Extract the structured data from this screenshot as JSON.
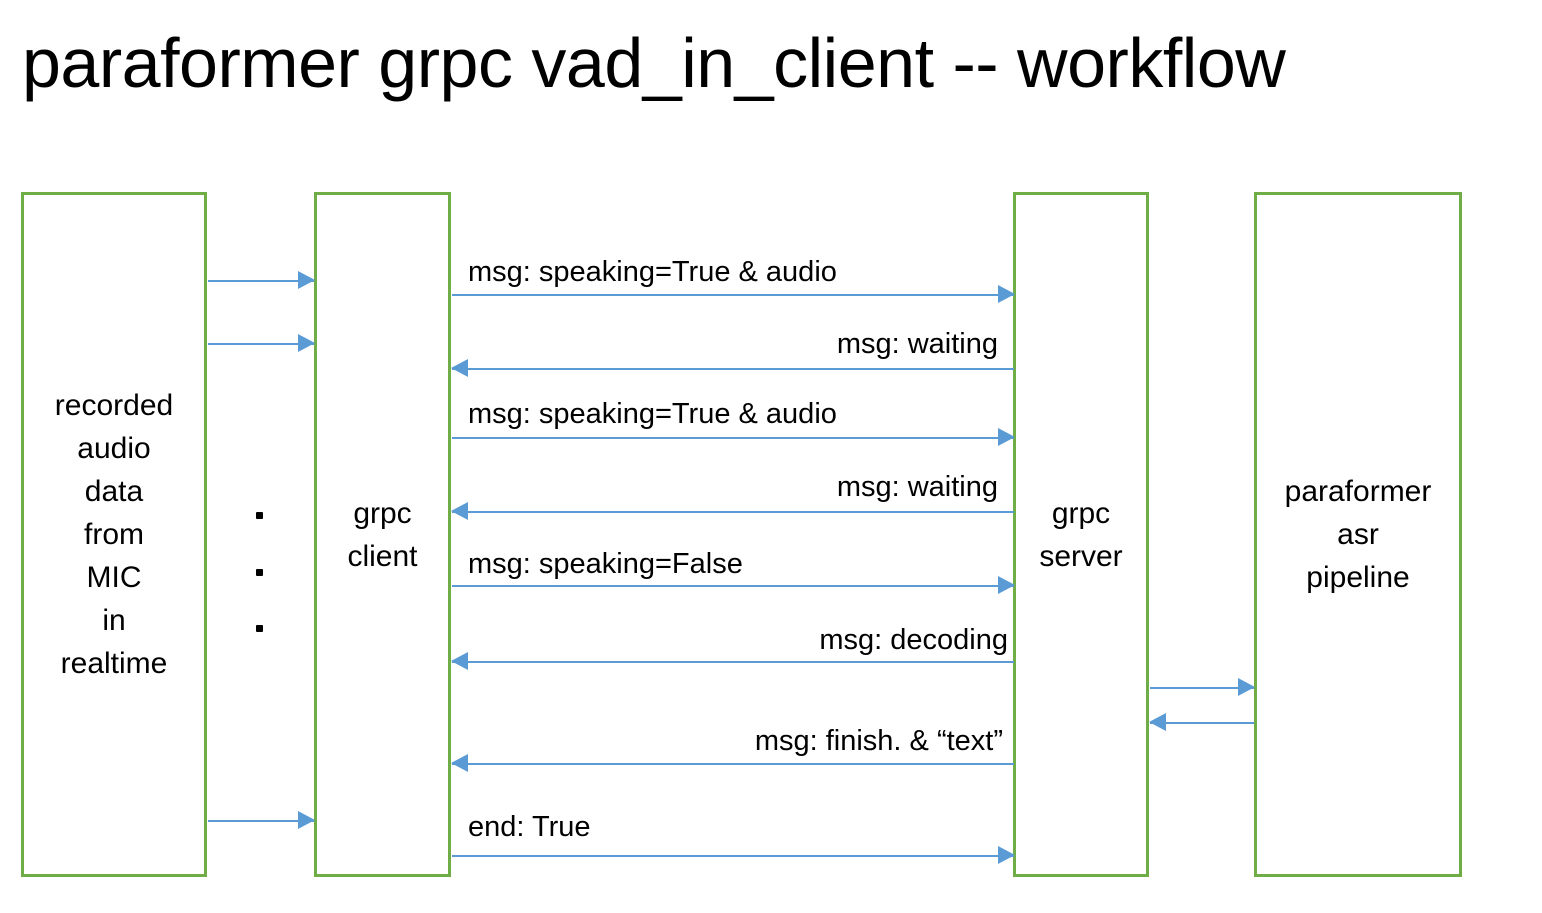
{
  "title": "paraformer grpc vad_in_client -- workflow",
  "colors": {
    "box_border": "#70ad47",
    "arrow": "#5b9bd5",
    "text": "#000000",
    "background": "#ffffff"
  },
  "participants": [
    {
      "id": "mic",
      "label": "recorded\naudio\ndata\nfrom\nMIC\nin\nrealtime"
    },
    {
      "id": "client",
      "label": "grpc\nclient"
    },
    {
      "id": "server",
      "label": "grpc\nserver"
    },
    {
      "id": "asr",
      "label": "paraformer\nasr\npipeline"
    }
  ],
  "ellipsis": {
    "dots": 3
  },
  "mic_to_client_arrows": [
    {
      "direction": "right",
      "label": ""
    },
    {
      "direction": "right",
      "label": ""
    },
    {
      "direction": "right",
      "label": ""
    }
  ],
  "messages": [
    {
      "label": "msg: speaking=True & audio",
      "direction": "right",
      "from": "client",
      "to": "server",
      "align": "left"
    },
    {
      "label": "msg: waiting",
      "direction": "left",
      "from": "server",
      "to": "client",
      "align": "right"
    },
    {
      "label": "msg: speaking=True & audio",
      "direction": "right",
      "from": "client",
      "to": "server",
      "align": "left"
    },
    {
      "label": "msg: waiting",
      "direction": "left",
      "from": "server",
      "to": "client",
      "align": "right"
    },
    {
      "label": "msg: speaking=False",
      "direction": "right",
      "from": "client",
      "to": "server",
      "align": "left"
    },
    {
      "label": "msg: decoding",
      "direction": "left",
      "from": "server",
      "to": "client",
      "align": "right"
    },
    {
      "label": "msg: finish. &  “text”",
      "direction": "left",
      "from": "server",
      "to": "client",
      "align": "right"
    },
    {
      "label": "end: True",
      "direction": "right",
      "from": "client",
      "to": "server",
      "align": "left"
    }
  ],
  "server_to_asr_arrows": [
    {
      "direction": "right",
      "label": ""
    },
    {
      "direction": "left",
      "label": ""
    }
  ]
}
